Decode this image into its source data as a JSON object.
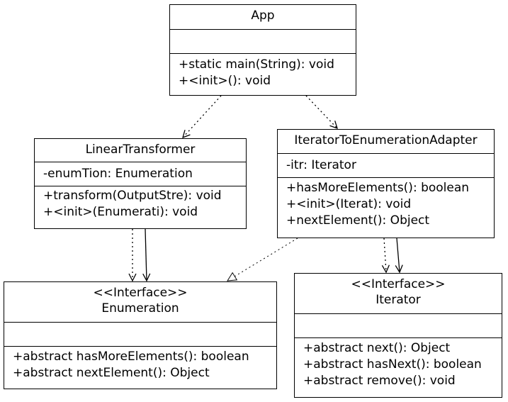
{
  "classes": {
    "app": {
      "name": "App",
      "attributes": [],
      "operations": [
        "+static main(String): void",
        "+<init>(): void"
      ]
    },
    "linear_transformer": {
      "name": "LinearTransformer",
      "attributes": [
        "-enumTion: Enumeration"
      ],
      "operations": [
        "+transform(OutputStre): void",
        "+<init>(Enumerati): void"
      ]
    },
    "adapter": {
      "name": "IteratorToEnumerationAdapter",
      "attributes": [
        "-itr: Iterator"
      ],
      "operations": [
        "+hasMoreElements(): boolean",
        "+<init>(Iterat): void",
        "+nextElement(): Object"
      ]
    },
    "enumeration": {
      "stereotype": "<<Interface>>",
      "name": "Enumeration",
      "attributes": [],
      "operations": [
        "+abstract hasMoreElements(): boolean",
        "+abstract nextElement(): Object"
      ]
    },
    "iterator": {
      "stereotype": "<<Interface>>",
      "name": "Iterator",
      "attributes": [],
      "operations": [
        "+abstract next(): Object",
        "+abstract hasNext(): boolean",
        "+abstract remove(): void"
      ]
    }
  },
  "relationships": [
    {
      "from": "App",
      "to": "LinearTransformer",
      "kind": "dependency"
    },
    {
      "from": "App",
      "to": "IteratorToEnumerationAdapter",
      "kind": "dependency"
    },
    {
      "from": "LinearTransformer",
      "to": "Enumeration",
      "kind": "dependency"
    },
    {
      "from": "LinearTransformer",
      "to": "Enumeration",
      "kind": "association"
    },
    {
      "from": "IteratorToEnumerationAdapter",
      "to": "Enumeration",
      "kind": "realization"
    },
    {
      "from": "IteratorToEnumerationAdapter",
      "to": "Iterator",
      "kind": "dependency"
    },
    {
      "from": "IteratorToEnumerationAdapter",
      "to": "Iterator",
      "kind": "association"
    }
  ],
  "colors": {
    "line": "#000000",
    "box_fill": "#ffffff",
    "background": "#ffffff"
  }
}
